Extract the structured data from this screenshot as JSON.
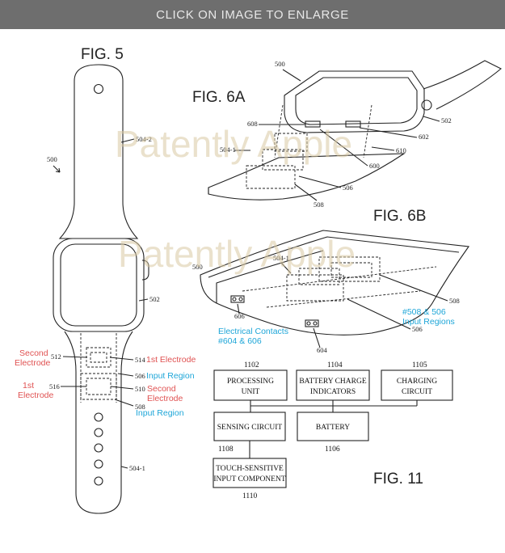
{
  "banner": {
    "text": "CLICK ON IMAGE TO ENLARGE"
  },
  "figures": {
    "fig5": "FIG. 5",
    "fig6a": "FIG. 6A",
    "fig6b": "FIG. 6B",
    "fig11": "FIG. 11"
  },
  "watermark": "Patently Apple",
  "fig5_refs": {
    "r500": "500",
    "r504_2": "504-2",
    "r502": "502",
    "r512": "512",
    "r514": "514",
    "r506": "506",
    "r516": "516",
    "r510": "510",
    "r508": "508",
    "r504_1": "504-1"
  },
  "fig5_labels": {
    "second_electrode_left_1": "Second",
    "second_electrode_left_2": "Electrode",
    "first_electrode_right": "1st Electrode",
    "input_region_1": "Input Region",
    "first_electrode_left_1": "1st",
    "first_electrode_left_2": "Electrode",
    "second_electrode_right_1": "Second",
    "second_electrode_right_2": "Electrode",
    "input_region_2": "Input Region"
  },
  "fig6a_refs": {
    "r500": "500",
    "r608": "608",
    "r504_1": "504-1",
    "r502": "502",
    "r602": "602",
    "r610": "610",
    "r600": "600",
    "r506": "506",
    "r508": "508"
  },
  "fig6b_refs": {
    "r500": "500",
    "r504_1": "504-1",
    "r508": "508",
    "r506": "506",
    "r606": "606",
    "r604": "604"
  },
  "fig6b_labels": {
    "regions_1": "#508 & 506",
    "regions_2": "Input Regions",
    "contacts_1": "Electrical Contacts",
    "contacts_2": "#604 & 606"
  },
  "fig11": {
    "processing_ref": "1102",
    "processing_1": "PROCESSING",
    "processing_2": "UNIT",
    "battery_charge_ref": "1104",
    "battery_charge_1": "BATTERY CHARGE",
    "battery_charge_2": "INDICATORS",
    "charging_ref": "1105",
    "charging_1": "CHARGING",
    "charging_2": "CIRCUIT",
    "sensing": "SENSING CIRCUIT",
    "sensing_ref": "1108",
    "battery": "BATTERY",
    "battery_ref": "1106",
    "touch_1": "TOUCH-SENSITIVE",
    "touch_2": "INPUT COMPONENT",
    "touch_ref": "1110"
  }
}
